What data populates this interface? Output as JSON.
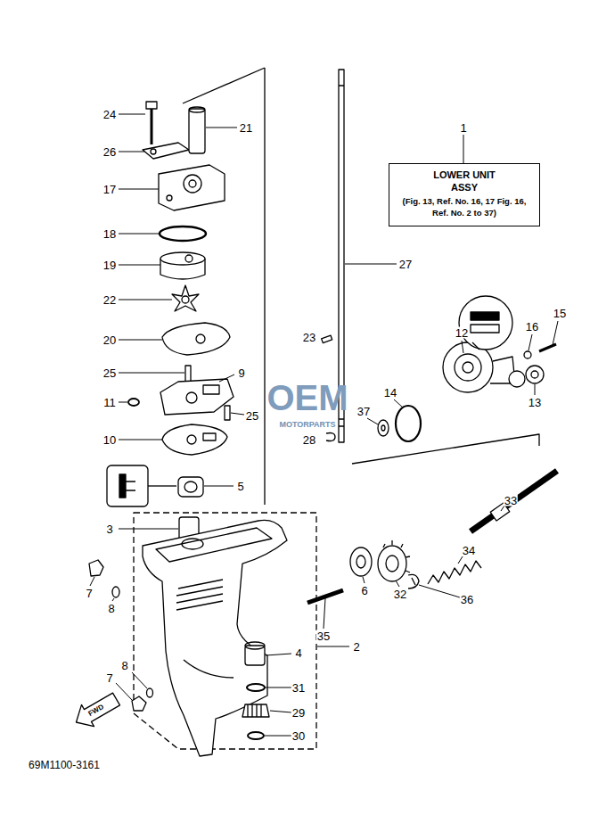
{
  "diagram": {
    "nodes": [
      {
        "text": [
          "LOWER UNIT ASSY",
          "(Fig. 13, Ref. No. 16, 17 Fig. 16, Ref. No. 2 to 37)"
        ]
      }
    ],
    "labels": [
      "1",
      "24",
      "21",
      "26",
      "17",
      "18",
      "19",
      "22",
      "27",
      "16",
      "15",
      "23",
      "12",
      "20",
      "25",
      "9",
      "14",
      "13",
      "11",
      "25",
      "37",
      "10",
      "28",
      "5",
      "33",
      "3",
      "34",
      "7",
      "8",
      "36",
      "32",
      "6",
      "35",
      "2",
      "4",
      "8",
      "7",
      "31",
      "29",
      "30",
      "FWD",
      "69M1100-3161",
      "OEM",
      "MOTORPARTS"
    ]
  }
}
